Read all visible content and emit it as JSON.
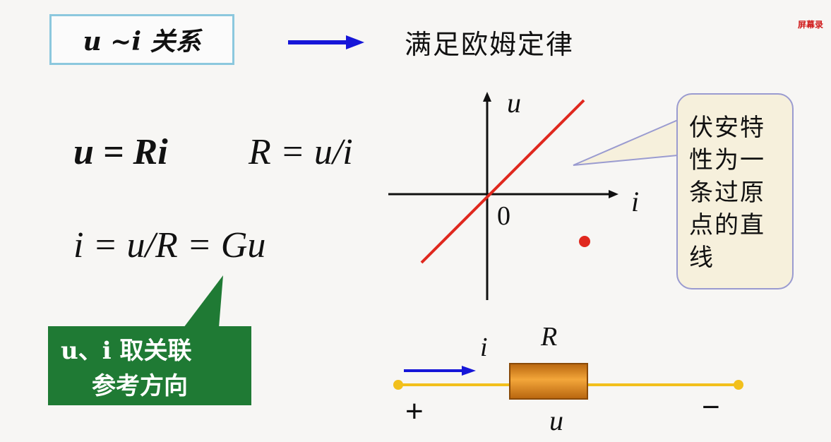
{
  "header": {
    "relation_label": "u ~i 关系",
    "result_text": "满足欧姆定律"
  },
  "watermark": "屏幕录",
  "equations": {
    "eq1": "u = Ri",
    "eq2": "R = u/i",
    "eq3": "i = u/R = Gu"
  },
  "green_note": {
    "line1": "u、i 取关联",
    "line2": "参考方向"
  },
  "graph": {
    "x_label": "i",
    "y_label": "u",
    "origin_label": "0"
  },
  "va_note": {
    "lines": [
      "伏安特",
      "性为一",
      "条过原",
      "点的直",
      "线"
    ]
  },
  "circuit": {
    "current_label": "i",
    "resistor_label": "R",
    "voltage_label": "u",
    "plus": "+",
    "minus": "−"
  },
  "colors": {
    "arrow": "#1616d8",
    "line": "#e0281e",
    "wire": "#f2c01c",
    "resistor": "#e08a1c",
    "green": "#1f7a34",
    "bubble_border": "#9a9bd0"
  }
}
